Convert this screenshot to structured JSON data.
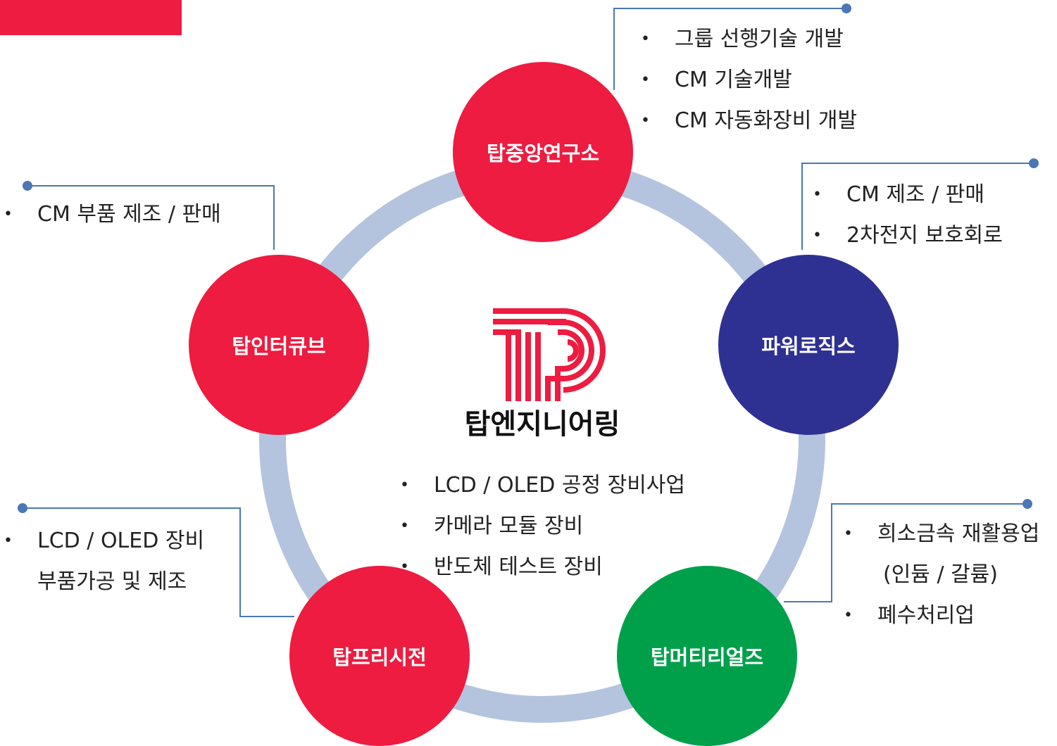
{
  "center": {
    "company_name": "탑엔지니어링",
    "items": [
      "LCD / OLED 공정 장비사업",
      "카메라 모듈 장비",
      "반도체 테스트 장비"
    ]
  },
  "nodes": {
    "top": {
      "label": "탑중앙연구소",
      "color": "#ed1c40"
    },
    "right": {
      "label": "파워로직스",
      "color": "#2e3192"
    },
    "bottom_right": {
      "label": "탑머티리얼즈",
      "color": "#00a04b"
    },
    "bottom_left": {
      "label": "탑프리시전",
      "color": "#ed1c40"
    },
    "left": {
      "label": "탑인터큐브",
      "color": "#ed1c40"
    }
  },
  "callouts": {
    "top": [
      "그룹 선행기술 개발",
      "CM 기술개발",
      "CM 자동화장비 개발"
    ],
    "right": [
      "CM 제조 / 판매",
      "2차전지 보호회로"
    ],
    "bottom_right": [
      "희소금속 재활용업",
      "(인듐 / 갈륨)",
      "폐수처리업"
    ],
    "bottom_left": [
      "LCD / OLED 장비",
      "부품가공 및 제조"
    ],
    "left": [
      "CM 부품 제조 / 판매"
    ]
  },
  "colors": {
    "ring": "#b4c4de",
    "connector": "#4b78b4",
    "brand_red": "#ed1c40"
  }
}
